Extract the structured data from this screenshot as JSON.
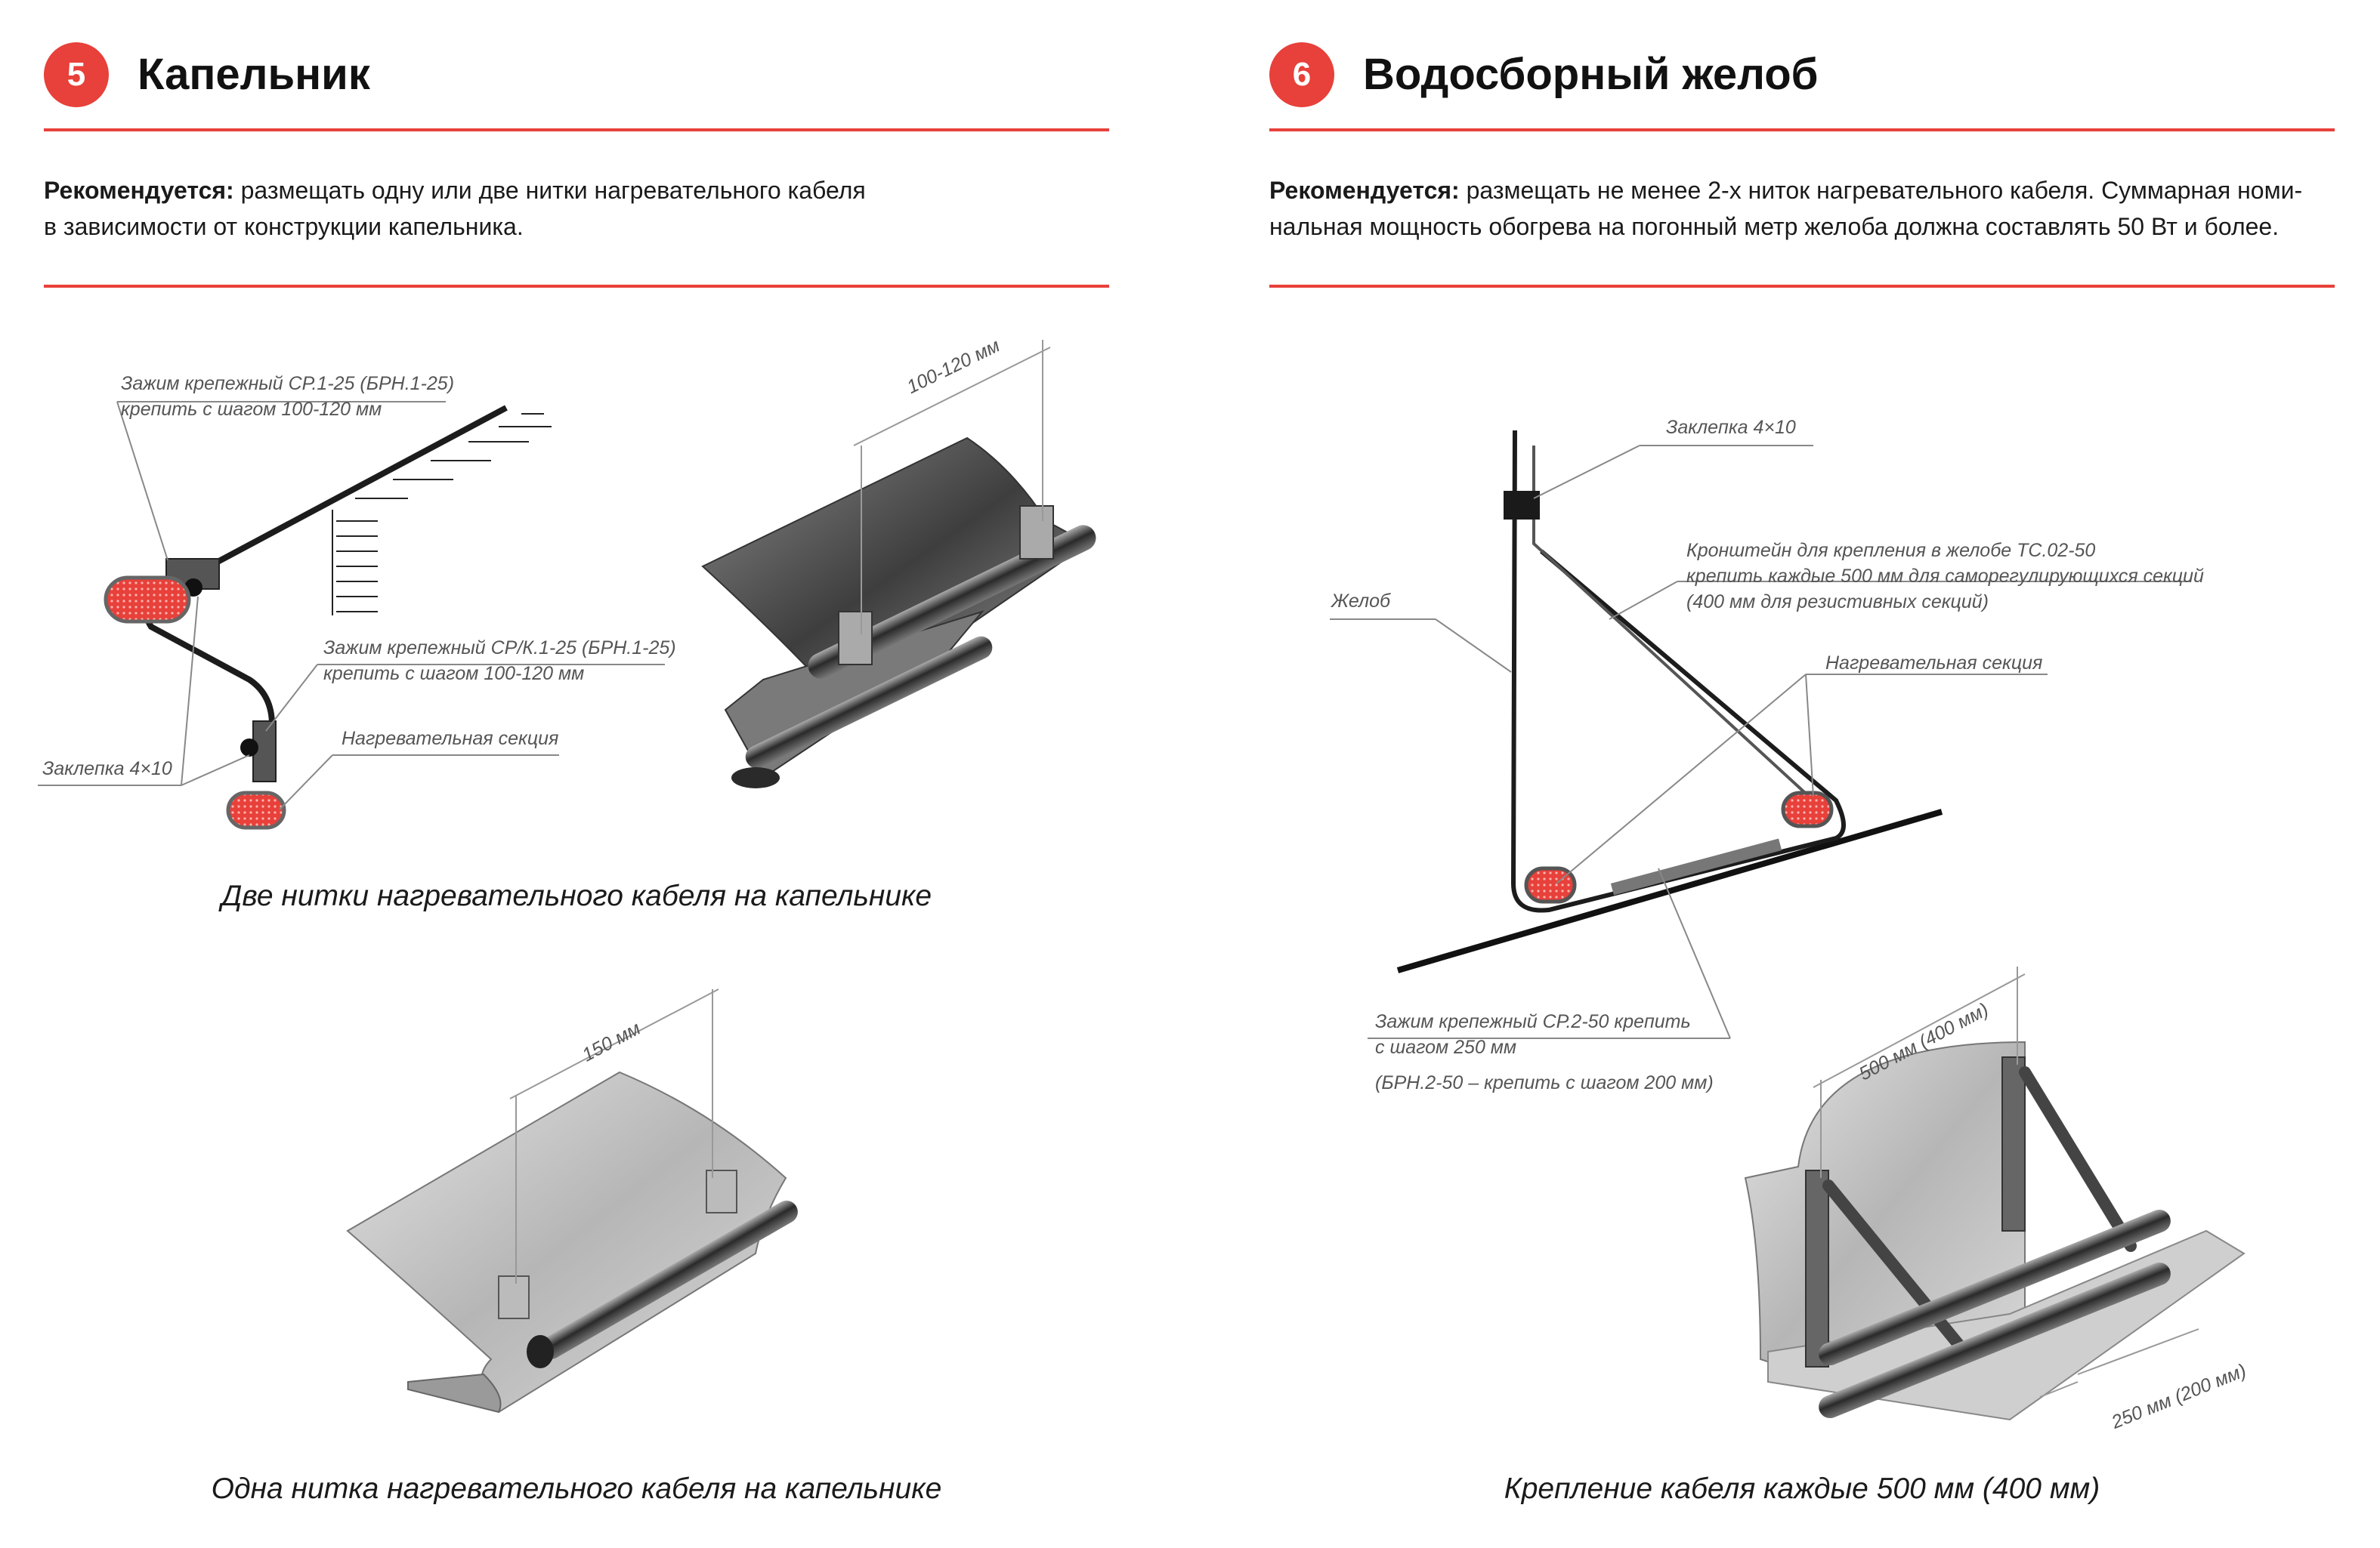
{
  "left": {
    "number": "5",
    "title": "Капельник",
    "rec_bold": "Рекомендуется:",
    "rec_line1": " размещать одну или две нитки нагревательного кабеля",
    "rec_line2": "в зависимости от конструкции капельника.",
    "labels": {
      "clamp1_l1": "Зажим крепежный СР.1-25 (БРН.1-25)",
      "clamp1_l2": "крепить с шагом 100-120 мм",
      "clamp2_l1": "Зажим крепежный СР/К.1-25 (БРН.1-25)",
      "clamp2_l2": "крепить с шагом 100-120 мм",
      "rivet": "Заклепка 4×10",
      "section": "Нагревательная секция",
      "dim_two": "100-120 мм",
      "dim_one": "150 мм"
    },
    "caption_two": "Две нитки нагревательного кабеля на капельнике",
    "caption_one": "Одна нитка нагревательного кабеля на капельнике"
  },
  "right": {
    "number": "6",
    "title": "Водосборный желоб",
    "rec_bold": "Рекомендуется:",
    "rec_line1": " размещать не менее 2-х ниток нагревательного кабеля. Суммарная номи-",
    "rec_line2": "нальная мощность обогрева на погонный метр желоба должна составлять 50 Вт и более.",
    "labels": {
      "rivet": "Заклепка 4×10",
      "bracket_l1": "Кронштейн для крепления в желобе ТС.02-50",
      "bracket_l2": "крепить каждые 500 мм для саморегулирующихся секций",
      "bracket_l3": "(400 мм для резистивных секций)",
      "gutter": "Желоб",
      "section": "Нагревательная секция",
      "clamp_l1": "Зажим крепежный СР.2-50 крепить",
      "clamp_l2": "с шагом 250 мм",
      "clamp_l3": "(БРН.2-50 – крепить с шагом 200 мм)",
      "dim_500": "500 мм (400 мм)",
      "dim_250": "250 мм (200 мм)"
    },
    "caption": "Крепление кабеля каждые 500 мм (400 мм)"
  },
  "colors": {
    "accent": "#e8403a",
    "metal": "#6a6a6a",
    "cable": "#e8403a"
  }
}
